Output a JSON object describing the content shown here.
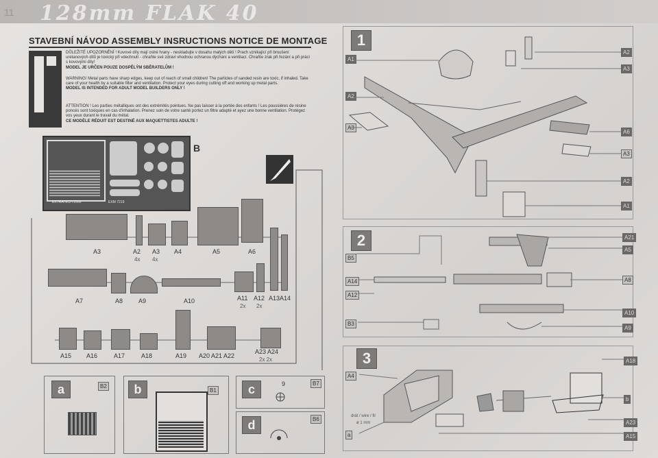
{
  "banner": {
    "title": "128mm FLAK 40",
    "corner": "11"
  },
  "heading": "STAVEBNÍ NÁVOD  ASSEMBLY INSRUCTIONS  NOTICE DE MONTAGE",
  "warnings": {
    "cz": "DŮLEŽITÉ UPOZORNĚNÍ ! Kovové díly mají ostré hrany - neskladujte v dosahu malých dětí ! Prach vznikající při broušení uretanových dílů je toxický při vdechnutí - chraňte své zdraví vhodnou ochranou dýchání a ventilací. Chraňte zrak při řezání a při práci s kovovými díly!",
    "cz_bold": "MODEL JE URČEN POUZE DOSPĚLÝM SBĚRATELŮM !",
    "en": "WARNING! Metal parts have sharp edges, keep out of reach of small children! The particles of sanded resin are toxic, if inhaled. Take care of your health by a suitable filter and ventilation. Protect your eyes during cutting off and working up metal parts.",
    "en_bold": "MODEL IS INTENDED FOR ADULT MODEL BUILDERS ONLY !",
    "fr": "ATTENTION ! Les parties métalliques ont des extrémités pointues. Ne pas laisser à la portée des enfants ! Les poussières de résine poncés sont toxiques en cas d'inhalation. Prenez soin de votre santé portez un filtre adapté et ayez une bonne ventilation. Protégez vos yeux durant le travail du métal.",
    "fr_bold": "CE MODÈLE RÉDUIT EST DESTINÉ AUX MAQUETTISTES ADULTE !"
  },
  "etch": {
    "label": "B",
    "maker": "EXTRATECH 2000",
    "code": "EXM 7219"
  },
  "parts_row1": [
    {
      "id": "A3",
      "qty": ""
    },
    {
      "id": "A2",
      "qty": "4x"
    },
    {
      "id": "A3",
      "qty": "4x"
    },
    {
      "id": "A4",
      "qty": ""
    },
    {
      "id": "A5",
      "qty": ""
    },
    {
      "id": "A6",
      "qty": ""
    }
  ],
  "parts_row2": [
    {
      "id": "A7",
      "qty": ""
    },
    {
      "id": "A8",
      "qty": ""
    },
    {
      "id": "A9",
      "qty": ""
    },
    {
      "id": "A10",
      "qty": ""
    },
    {
      "id": "A11",
      "qty": "2x"
    },
    {
      "id": "A12",
      "qty": "2x"
    },
    {
      "id": "A13A14",
      "qty": ""
    }
  ],
  "parts_row3": [
    {
      "id": "A15",
      "qty": ""
    },
    {
      "id": "A16",
      "qty": ""
    },
    {
      "id": "A17",
      "qty": ""
    },
    {
      "id": "A18",
      "qty": ""
    },
    {
      "id": "A19",
      "qty": ""
    },
    {
      "id": "A20 A21 A22",
      "qty": ""
    },
    {
      "id": "A23 A24",
      "qty": "2x  2x"
    }
  ],
  "sub_steps": {
    "a": {
      "label": "a",
      "tag": "B2"
    },
    "b": {
      "label": "b",
      "tag": "B1"
    },
    "c": {
      "label": "c",
      "tag": "B7",
      "num": "9"
    },
    "d": {
      "label": "d",
      "tag": "B6"
    }
  },
  "step1": {
    "label": "1",
    "left_tags": [
      "A1",
      "A2",
      "A3"
    ],
    "right_tags": [
      "A2",
      "A3",
      "A6",
      "A3",
      "A2",
      "A1"
    ]
  },
  "step2": {
    "label": "2",
    "left_tags": [
      "B5",
      "A14",
      "A12",
      "B3"
    ],
    "right_tags": [
      "A21",
      "A5",
      "A8",
      "A10",
      "A9"
    ]
  },
  "step3": {
    "label": "3",
    "left_tags": [
      "A4",
      "a"
    ],
    "right_tags": [
      "A18",
      "b",
      "A23",
      "A15"
    ],
    "wire_note": "drát / wire / fil",
    "wire_size": "ø 1 mm"
  }
}
